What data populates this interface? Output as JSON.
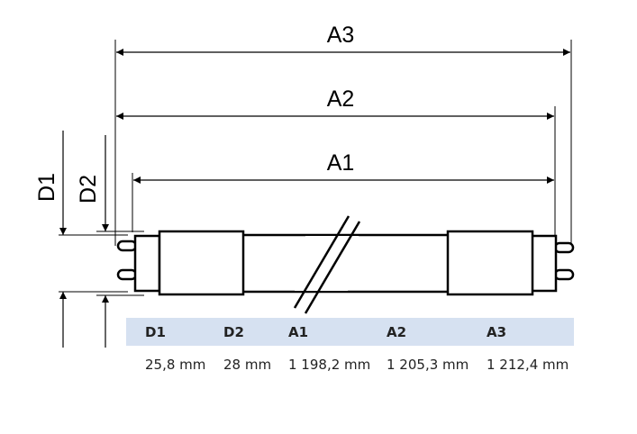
{
  "labels": {
    "A3": "A3",
    "A2": "A2",
    "A1": "A1",
    "D1": "D1",
    "D2": "D2"
  },
  "table": {
    "headers": [
      "D1",
      "D2",
      "A1",
      "A2",
      "A3"
    ],
    "values": [
      "25,8 mm",
      "28 mm",
      "1 198,2 mm",
      "1 205,3 mm",
      "1 212,4 mm"
    ]
  },
  "colors": {
    "header_band": "#d6e1f1",
    "line": "#000000"
  }
}
